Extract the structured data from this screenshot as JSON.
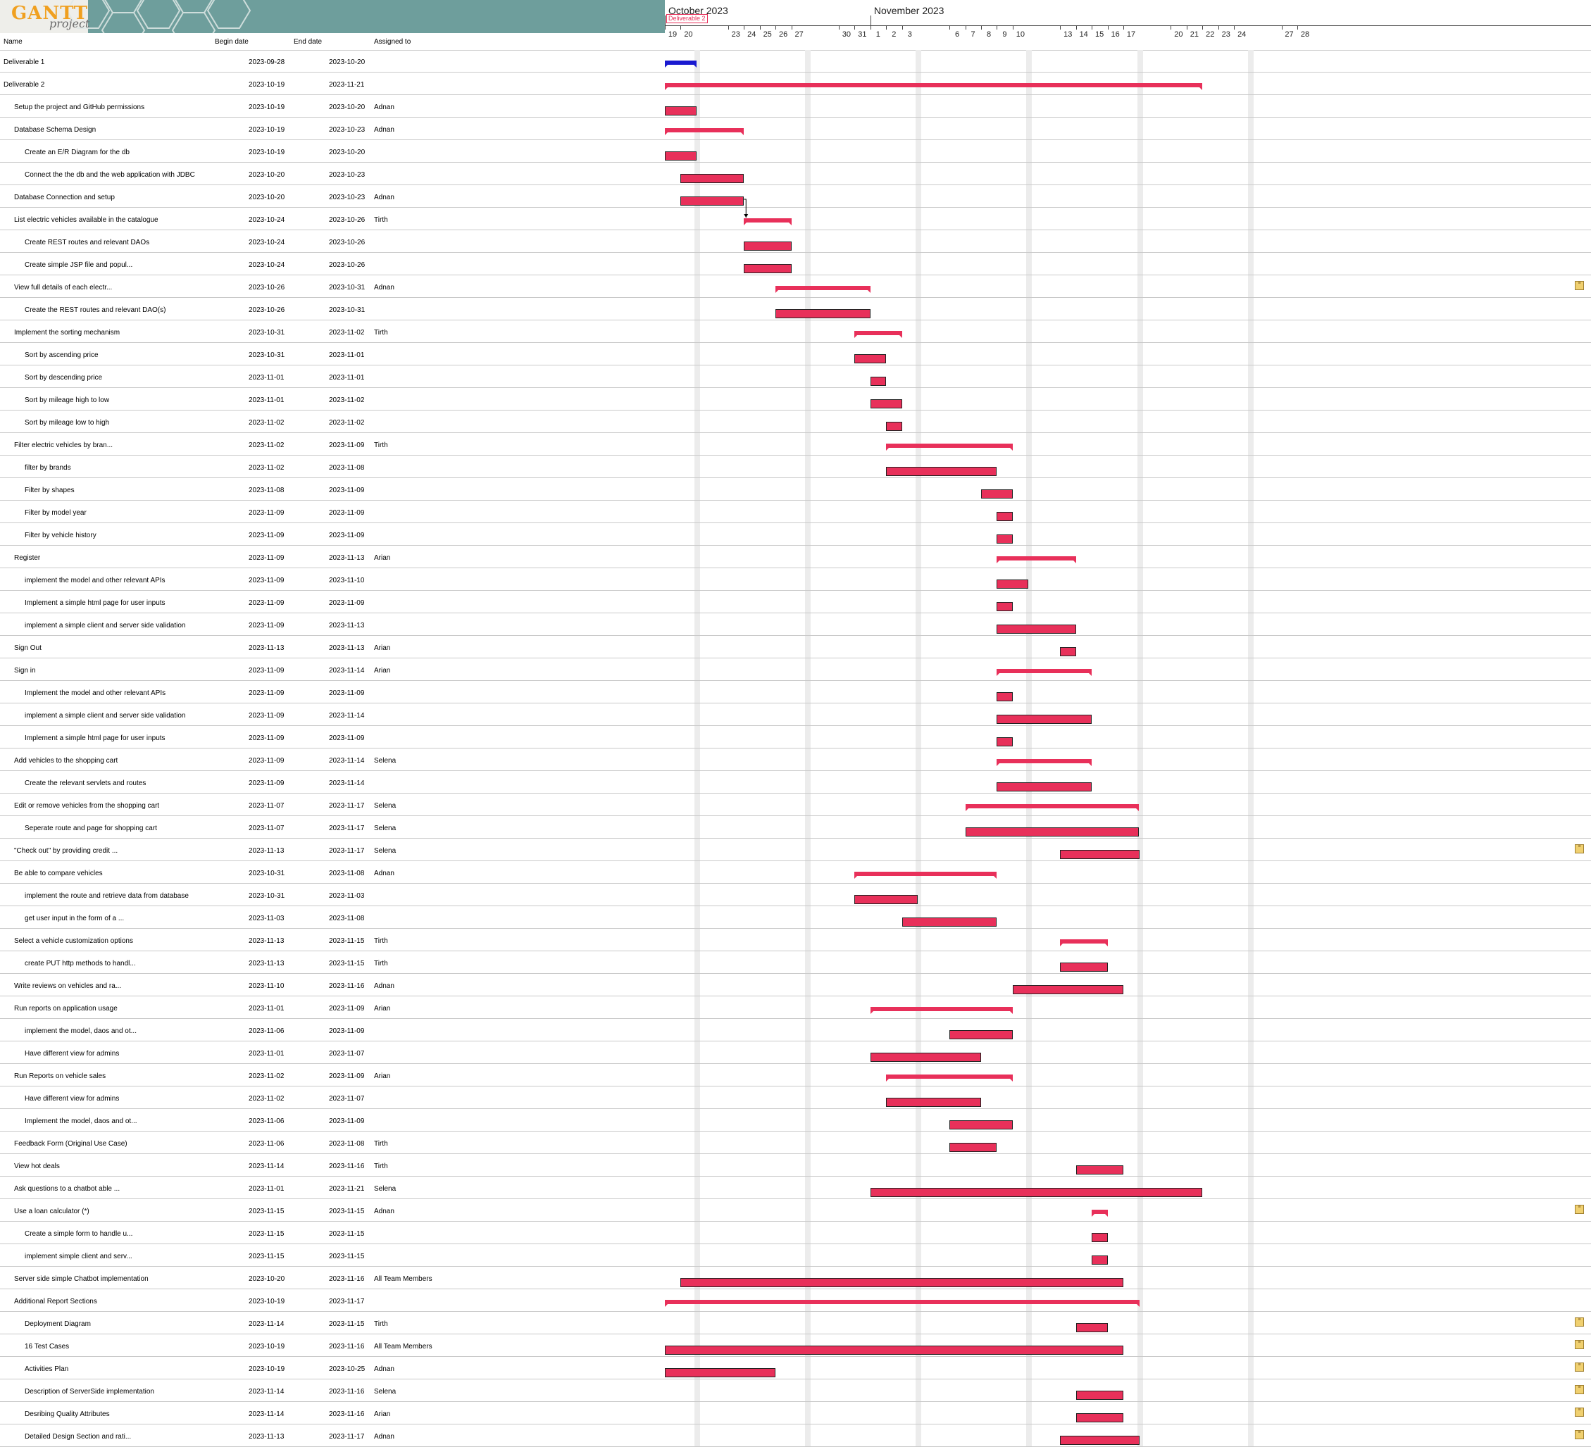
{
  "app": {
    "logo": "GANTT",
    "logo_sub": "project"
  },
  "columns": {
    "name": "Name",
    "begin": "Begin date",
    "end": "End date",
    "assigned": "Assigned to"
  },
  "timeline": {
    "months": [
      {
        "label": "October 2023",
        "start": "2023-10-19"
      },
      {
        "label": "November 2023",
        "start": "2023-11-01"
      }
    ],
    "start_date": "2023-10-19",
    "end_date": "2023-11-28",
    "milestone_flag": "Deliverable 2",
    "day_labels": [
      {
        "date": "2023-10-19",
        "label": "19"
      },
      {
        "date": "2023-10-20",
        "label": "20"
      },
      {
        "date": "2023-10-23",
        "label": "23"
      },
      {
        "date": "2023-10-24",
        "label": "24"
      },
      {
        "date": "2023-10-25",
        "label": "25"
      },
      {
        "date": "2023-10-26",
        "label": "26"
      },
      {
        "date": "2023-10-27",
        "label": "27"
      },
      {
        "date": "2023-10-30",
        "label": "30"
      },
      {
        "date": "2023-10-31",
        "label": "31"
      },
      {
        "date": "2023-11-01",
        "label": "1"
      },
      {
        "date": "2023-11-02",
        "label": "2"
      },
      {
        "date": "2023-11-03",
        "label": "3"
      },
      {
        "date": "2023-11-06",
        "label": "6"
      },
      {
        "date": "2023-11-07",
        "label": "7"
      },
      {
        "date": "2023-11-08",
        "label": "8"
      },
      {
        "date": "2023-11-09",
        "label": "9"
      },
      {
        "date": "2023-11-10",
        "label": "10"
      },
      {
        "date": "2023-11-13",
        "label": "13"
      },
      {
        "date": "2023-11-14",
        "label": "14"
      },
      {
        "date": "2023-11-15",
        "label": "15"
      },
      {
        "date": "2023-11-16",
        "label": "16"
      },
      {
        "date": "2023-11-17",
        "label": "17"
      },
      {
        "date": "2023-11-20",
        "label": "20"
      },
      {
        "date": "2023-11-21",
        "label": "21"
      },
      {
        "date": "2023-11-22",
        "label": "22"
      },
      {
        "date": "2023-11-23",
        "label": "23"
      },
      {
        "date": "2023-11-24",
        "label": "24"
      },
      {
        "date": "2023-11-27",
        "label": "27"
      },
      {
        "date": "2023-11-28",
        "label": "28"
      }
    ]
  },
  "colors": {
    "bar": "#e8305a",
    "summary_blue": "#1a1ad0",
    "weekend": "#ececec"
  },
  "tasks": [
    {
      "name": "Deliverable 1",
      "begin": "2023-09-28",
      "end": "2023-10-20",
      "assigned": "",
      "level": 0,
      "summary": true,
      "color": "blue",
      "bar_start": "2023-10-19",
      "bar_end": "2023-10-20"
    },
    {
      "name": "Deliverable 2",
      "begin": "2023-10-19",
      "end": "2023-11-21",
      "assigned": "",
      "level": 0,
      "summary": true
    },
    {
      "name": "Setup the project and GitHub permissions",
      "begin": "2023-10-19",
      "end": "2023-10-20",
      "assigned": "Adnan",
      "level": 1
    },
    {
      "name": "Database Schema Design",
      "begin": "2023-10-19",
      "end": "2023-10-23",
      "assigned": "Adnan",
      "level": 1,
      "summary": true
    },
    {
      "name": "Create an E/R Diagram for the db",
      "begin": "2023-10-19",
      "end": "2023-10-20",
      "assigned": "",
      "level": 2
    },
    {
      "name": "Connect the the db and the web application with JDBC",
      "begin": "2023-10-20",
      "end": "2023-10-23",
      "assigned": "",
      "level": 2
    },
    {
      "name": "Database Connection and setup",
      "begin": "2023-10-20",
      "end": "2023-10-23",
      "assigned": "Adnan",
      "level": 1
    },
    {
      "name": "List electric vehicles available in the catalogue",
      "begin": "2023-10-24",
      "end": "2023-10-26",
      "assigned": "Tirth",
      "level": 1,
      "summary": true
    },
    {
      "name": "Create REST routes and relevant DAOs",
      "begin": "2023-10-24",
      "end": "2023-10-26",
      "assigned": "",
      "level": 2
    },
    {
      "name": "Create simple JSP file and popul...",
      "begin": "2023-10-24",
      "end": "2023-10-26",
      "assigned": "",
      "level": 2
    },
    {
      "name": "View full details of each electr...",
      "begin": "2023-10-26",
      "end": "2023-10-31",
      "assigned": "Adnan",
      "level": 1,
      "summary": true,
      "note": true
    },
    {
      "name": "Create the REST routes and relevant DAO(s)",
      "begin": "2023-10-26",
      "end": "2023-10-31",
      "assigned": "",
      "level": 2
    },
    {
      "name": "Implement the sorting mechanism",
      "begin": "2023-10-31",
      "end": "2023-11-02",
      "assigned": "Tirth",
      "level": 1,
      "summary": true
    },
    {
      "name": "Sort by ascending price",
      "begin": "2023-10-31",
      "end": "2023-11-01",
      "assigned": "",
      "level": 2
    },
    {
      "name": "Sort by descending price",
      "begin": "2023-11-01",
      "end": "2023-11-01",
      "assigned": "",
      "level": 2
    },
    {
      "name": "Sort by mileage high to low",
      "begin": "2023-11-01",
      "end": "2023-11-02",
      "assigned": "",
      "level": 2
    },
    {
      "name": "Sort by mileage low to high",
      "begin": "2023-11-02",
      "end": "2023-11-02",
      "assigned": "",
      "level": 2
    },
    {
      "name": "Filter electric vehicles by bran...",
      "begin": "2023-11-02",
      "end": "2023-11-09",
      "assigned": "Tirth",
      "level": 1,
      "summary": true
    },
    {
      "name": "filter by brands",
      "begin": "2023-11-02",
      "end": "2023-11-08",
      "assigned": "",
      "level": 2
    },
    {
      "name": "Filter by shapes",
      "begin": "2023-11-08",
      "end": "2023-11-09",
      "assigned": "",
      "level": 2
    },
    {
      "name": "Filter by model year",
      "begin": "2023-11-09",
      "end": "2023-11-09",
      "assigned": "",
      "level": 2
    },
    {
      "name": "Filter by vehicle history",
      "begin": "2023-11-09",
      "end": "2023-11-09",
      "assigned": "",
      "level": 2
    },
    {
      "name": "Register",
      "begin": "2023-11-09",
      "end": "2023-11-13",
      "assigned": "Arian",
      "level": 1,
      "summary": true
    },
    {
      "name": "implement the model and other relevant APIs",
      "begin": "2023-11-09",
      "end": "2023-11-10",
      "assigned": "",
      "level": 2
    },
    {
      "name": "Implement a simple html page for user inputs",
      "begin": "2023-11-09",
      "end": "2023-11-09",
      "assigned": "",
      "level": 2
    },
    {
      "name": "implement a simple client and server side validation",
      "begin": "2023-11-09",
      "end": "2023-11-13",
      "assigned": "",
      "level": 2
    },
    {
      "name": "Sign Out",
      "begin": "2023-11-13",
      "end": "2023-11-13",
      "assigned": "Arian",
      "level": 1
    },
    {
      "name": "Sign in",
      "begin": "2023-11-09",
      "end": "2023-11-14",
      "assigned": "Arian",
      "level": 1,
      "summary": true
    },
    {
      "name": "Implement the model and other relevant APIs",
      "begin": "2023-11-09",
      "end": "2023-11-09",
      "assigned": "",
      "level": 2
    },
    {
      "name": "implement a simple client and server side validation",
      "begin": "2023-11-09",
      "end": "2023-11-14",
      "assigned": "",
      "level": 2
    },
    {
      "name": "Implement a simple html page for user inputs",
      "begin": "2023-11-09",
      "end": "2023-11-09",
      "assigned": "",
      "level": 2
    },
    {
      "name": "Add vehicles to the shopping cart",
      "begin": "2023-11-09",
      "end": "2023-11-14",
      "assigned": "Selena",
      "level": 1,
      "summary": true
    },
    {
      "name": "Create the relevant servlets and routes",
      "begin": "2023-11-09",
      "end": "2023-11-14",
      "assigned": "",
      "level": 2
    },
    {
      "name": "Edit or remove vehicles from the shopping cart",
      "begin": "2023-11-07",
      "end": "2023-11-17",
      "assigned": "Selena",
      "level": 1,
      "summary": true
    },
    {
      "name": "Seperate route and page for shopping cart",
      "begin": "2023-11-07",
      "end": "2023-11-17",
      "assigned": "Selena",
      "level": 2
    },
    {
      "name": "\"Check out\" by providing credit ...",
      "begin": "2023-11-13",
      "end": "2023-11-17",
      "assigned": "Selena",
      "level": 1,
      "note": true
    },
    {
      "name": "Be able to compare vehicles",
      "begin": "2023-10-31",
      "end": "2023-11-08",
      "assigned": "Adnan",
      "level": 1,
      "summary": true
    },
    {
      "name": "implement the route and retrieve data from database",
      "begin": "2023-10-31",
      "end": "2023-11-03",
      "assigned": "",
      "level": 2
    },
    {
      "name": "get user input in the form of a ...",
      "begin": "2023-11-03",
      "end": "2023-11-08",
      "assigned": "",
      "level": 2
    },
    {
      "name": "Select a vehicle customization options",
      "begin": "2023-11-13",
      "end": "2023-11-15",
      "assigned": "Tirth",
      "level": 1,
      "summary": true
    },
    {
      "name": "create PUT http methods to handl...",
      "begin": "2023-11-13",
      "end": "2023-11-15",
      "assigned": "Tirth",
      "level": 2
    },
    {
      "name": "Write reviews on vehicles and ra...",
      "begin": "2023-11-10",
      "end": "2023-11-16",
      "assigned": "Adnan",
      "level": 1
    },
    {
      "name": "Run reports on application usage",
      "begin": "2023-11-01",
      "end": "2023-11-09",
      "assigned": "Arian",
      "level": 1,
      "summary": true
    },
    {
      "name": "implement the model, daos and ot...",
      "begin": "2023-11-06",
      "end": "2023-11-09",
      "assigned": "",
      "level": 2
    },
    {
      "name": "Have different view for admins",
      "begin": "2023-11-01",
      "end": "2023-11-07",
      "assigned": "",
      "level": 2
    },
    {
      "name": "Run Reports on vehicle sales",
      "begin": "2023-11-02",
      "end": "2023-11-09",
      "assigned": "Arian",
      "level": 1,
      "summary": true
    },
    {
      "name": "Have different view for admins",
      "begin": "2023-11-02",
      "end": "2023-11-07",
      "assigned": "",
      "level": 2
    },
    {
      "name": "Implement the model, daos and ot...",
      "begin": "2023-11-06",
      "end": "2023-11-09",
      "assigned": "",
      "level": 2
    },
    {
      "name": "Feedback Form (Original Use Case)",
      "begin": "2023-11-06",
      "end": "2023-11-08",
      "assigned": "Tirth",
      "level": 1
    },
    {
      "name": "View hot deals",
      "begin": "2023-11-14",
      "end": "2023-11-16",
      "assigned": "Tirth",
      "level": 1
    },
    {
      "name": "Ask questions to a chatbot able ...",
      "begin": "2023-11-01",
      "end": "2023-11-21",
      "assigned": "Selena",
      "level": 1
    },
    {
      "name": "Use a loan calculator (*)",
      "begin": "2023-11-15",
      "end": "2023-11-15",
      "assigned": "Adnan",
      "level": 1,
      "summary": true,
      "note": true
    },
    {
      "name": "Create a simple form to handle u...",
      "begin": "2023-11-15",
      "end": "2023-11-15",
      "assigned": "",
      "level": 2
    },
    {
      "name": "implement simple client and serv...",
      "begin": "2023-11-15",
      "end": "2023-11-15",
      "assigned": "",
      "level": 2
    },
    {
      "name": "Server side simple Chatbot implementation",
      "begin": "2023-10-20",
      "end": "2023-11-16",
      "assigned": "All Team Members",
      "level": 1
    },
    {
      "name": "Additional Report Sections",
      "begin": "2023-10-19",
      "end": "2023-11-17",
      "assigned": "",
      "level": 1,
      "summary": true
    },
    {
      "name": "Deployment Diagram",
      "begin": "2023-11-14",
      "end": "2023-11-15",
      "assigned": "Tirth",
      "level": 2,
      "note": true
    },
    {
      "name": "16 Test Cases",
      "begin": "2023-10-19",
      "end": "2023-11-16",
      "assigned": "All Team Members",
      "level": 2,
      "note": true
    },
    {
      "name": "Activities Plan",
      "begin": "2023-10-19",
      "end": "2023-10-25",
      "assigned": "Adnan",
      "level": 2,
      "note": true
    },
    {
      "name": "Description of ServerSide implementation",
      "begin": "2023-11-14",
      "end": "2023-11-16",
      "assigned": "Selena",
      "level": 2,
      "note": true
    },
    {
      "name": "Desribing Quality Attributes",
      "begin": "2023-11-14",
      "end": "2023-11-16",
      "assigned": "Arian",
      "level": 2,
      "note": true
    },
    {
      "name": "Detailed Design Section and rati...",
      "begin": "2023-11-13",
      "end": "2023-11-17",
      "assigned": "Adnan",
      "level": 2,
      "note": true
    }
  ]
}
